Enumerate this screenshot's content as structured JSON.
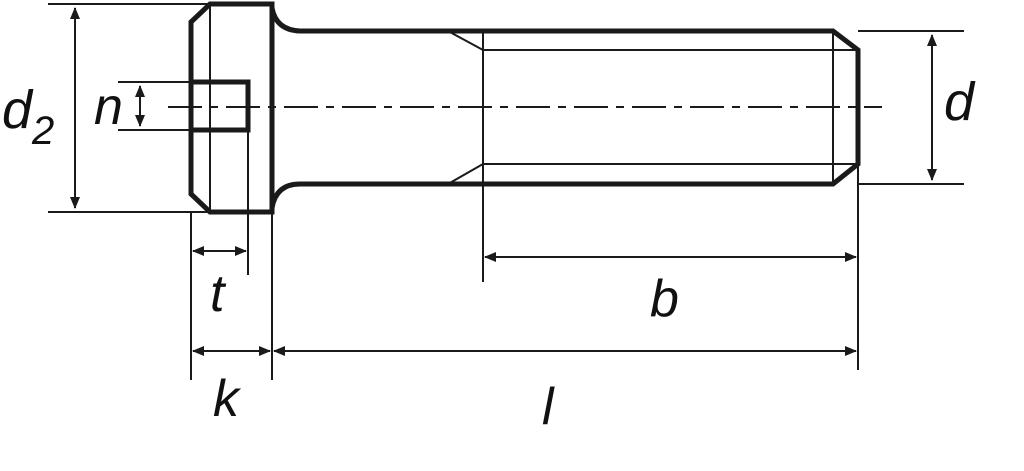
{
  "labels": {
    "d2": "d",
    "d2_sub": "2",
    "n": "n",
    "d": "d",
    "t": "t",
    "k": "k",
    "b": "b",
    "l": "l"
  },
  "colors": {
    "line": "#1a1a1a",
    "background": "#ffffff"
  }
}
